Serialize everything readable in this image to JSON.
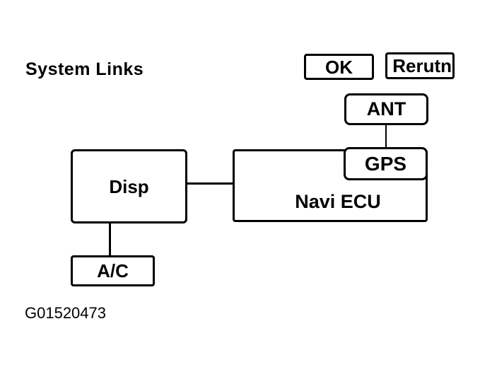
{
  "title": "System Links",
  "toolbar": {
    "ok_label": "OK",
    "return_label": "Rerutn"
  },
  "diagram": {
    "nodes": [
      {
        "id": "ant",
        "label": "ANT"
      },
      {
        "id": "gps",
        "label": "GPS"
      },
      {
        "id": "navi_ecu",
        "label": "Navi ECU"
      },
      {
        "id": "disp",
        "label": "Disp"
      },
      {
        "id": "ac",
        "label": "A/C"
      }
    ],
    "edges": [
      {
        "from": "ANT",
        "to": "GPS"
      },
      {
        "from": "Disp",
        "to": "Navi ECU"
      },
      {
        "from": "Disp",
        "to": "A/C"
      }
    ]
  },
  "caption": "G01520473",
  "colors": {
    "ink": "#000000",
    "background": "#ffffff"
  }
}
